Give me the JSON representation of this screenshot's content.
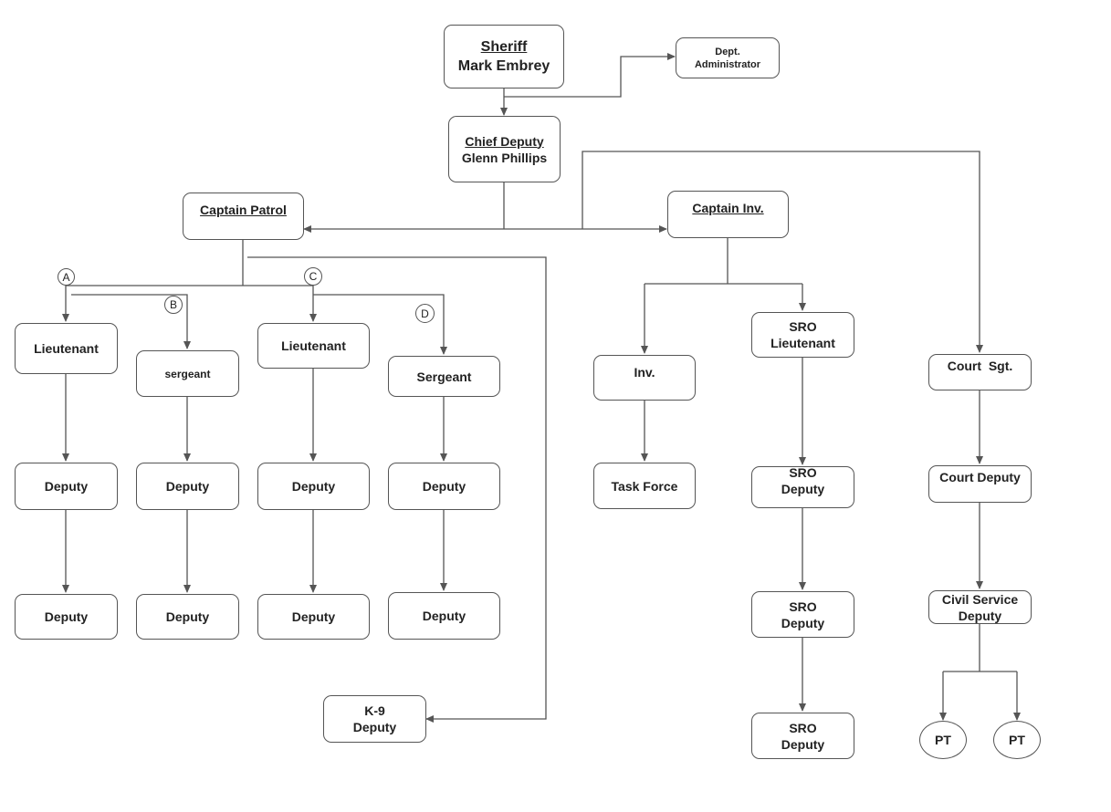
{
  "nodes": {
    "sheriff": {
      "title": "Sheriff",
      "name": "Mark Embrey"
    },
    "dept_admin": {
      "line1": "Dept.",
      "line2": "Administrator"
    },
    "chief_deputy": {
      "title": "Chief Deputy",
      "name": "Glenn Phillips"
    },
    "captain_patrol": {
      "title": "Captain Patrol"
    },
    "captain_inv": {
      "title": "Captain Inv."
    },
    "lieutenant_a": {
      "label": "Lieutenant"
    },
    "sergeant_b": {
      "label": "sergeant"
    },
    "lieutenant_c": {
      "label": "Lieutenant"
    },
    "sergeant_d": {
      "label": "Sergeant"
    },
    "deputy_a1": {
      "label": "Deputy"
    },
    "deputy_a2": {
      "label": "Deputy"
    },
    "deputy_b1": {
      "label": "Deputy"
    },
    "deputy_b2": {
      "label": "Deputy"
    },
    "deputy_c1": {
      "label": "Deputy"
    },
    "deputy_c2": {
      "label": "Deputy"
    },
    "deputy_d1": {
      "label": "Deputy"
    },
    "deputy_d2": {
      "label": "Deputy"
    },
    "k9_deputy": {
      "line1": "K-9",
      "line2": "Deputy"
    },
    "inv": {
      "label": "Inv."
    },
    "task_force": {
      "label": "Task Force"
    },
    "sro_lieutenant": {
      "line1": "SRO",
      "line2": "Lieutenant"
    },
    "sro_deputy_1": {
      "line1": "SRO",
      "line2": "Deputy"
    },
    "sro_deputy_2": {
      "line1": "SRO",
      "line2": "Deputy"
    },
    "sro_deputy_3": {
      "line1": "SRO",
      "line2": "Deputy"
    },
    "court_sgt": {
      "label": "Court  Sgt."
    },
    "court_deputy": {
      "label": "Court Deputy"
    },
    "civil_service_deputy": {
      "line1": "Civil Service",
      "line2": "Deputy"
    },
    "pt_1": {
      "label": "PT"
    },
    "pt_2": {
      "label": "PT"
    }
  },
  "markers": {
    "a": "A",
    "b": "B",
    "c": "C",
    "d": "D"
  },
  "colors": {
    "line": "#555555",
    "text": "#222222",
    "background": "#ffffff"
  }
}
